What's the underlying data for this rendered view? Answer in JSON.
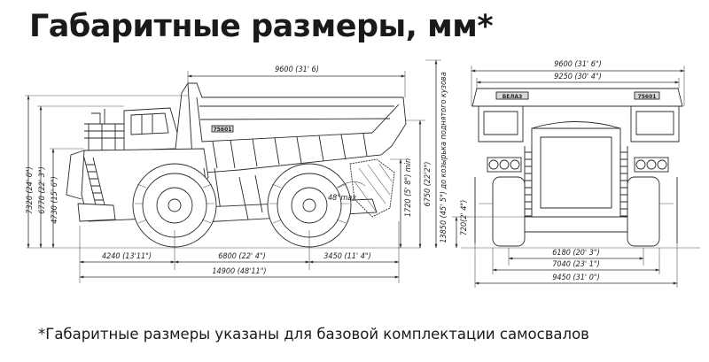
{
  "title": "Габаритные размеры, мм*",
  "footnote": "*Габаритные размеры указаны для базовой комплектации самосвалов",
  "side_view": {
    "brand_label": "75601",
    "dims": {
      "top_length": "9600 (31' 6)",
      "h_7320": "7320 (24' 0\")",
      "h_6770": "6770 (22' 3\")",
      "h_4730": "4730 (15' 6\")",
      "front_overhang": "4240 (13'11\")",
      "wheelbase": "6800 (22' 4\")",
      "rear_overhang": "3450 (11' 4\")",
      "total_length": "14900 (48'11\")",
      "dump_angle": "48°max",
      "h_1720": "1720 (5' 8\") min",
      "h_6750": "6750 (22'2\")",
      "h_13850": "13850 (45' 5\") до козырька поднятого кузова"
    }
  },
  "front_view": {
    "brand_label": "БЕЛАЗ",
    "model_label": "75601",
    "dims": {
      "width_top": "9600 (31' 6\")",
      "width_body": "9250 (30' 4\")",
      "clearance": "720(2' 4\")",
      "track_front": "6180 (20' 3\")",
      "track_rear": "7040 (23' 1\")",
      "total_width": "9450 (31' 0\")"
    }
  }
}
